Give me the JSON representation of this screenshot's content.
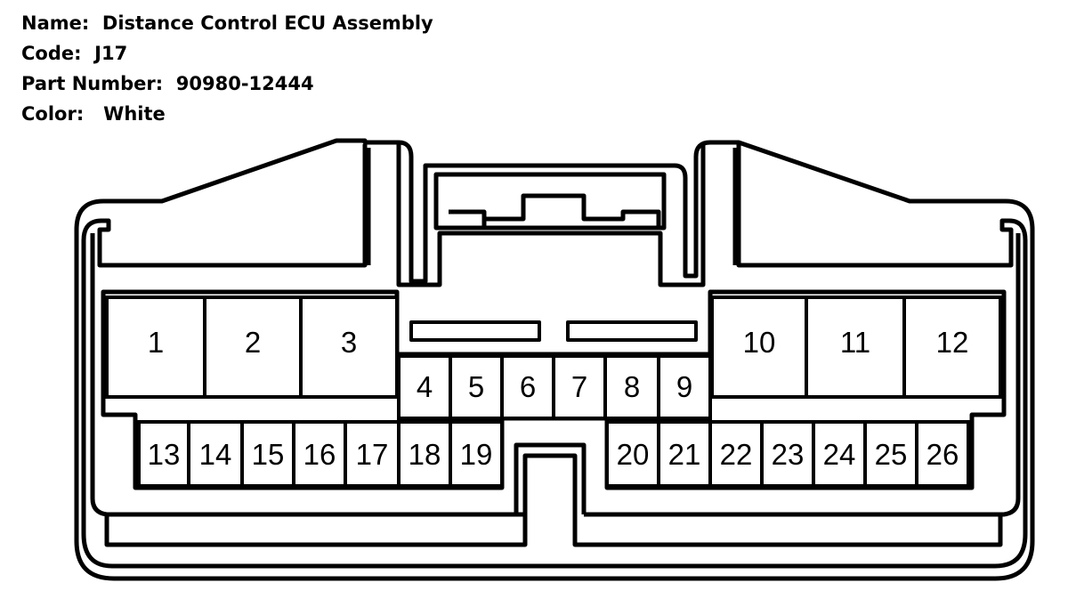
{
  "info": {
    "name_label": "Name:",
    "name_value": "Distance Control ECU Assembly",
    "code_label": "Code:",
    "code_value": "J17",
    "part_label": "Part Number:",
    "part_value": "90980-12444",
    "color_label": "Color:",
    "color_value": "White"
  },
  "connector": {
    "pins": [
      "1",
      "2",
      "3",
      "4",
      "5",
      "6",
      "7",
      "8",
      "9",
      "10",
      "11",
      "12",
      "13",
      "14",
      "15",
      "16",
      "17",
      "18",
      "19",
      "20",
      "21",
      "22",
      "23",
      "24",
      "25",
      "26"
    ]
  }
}
